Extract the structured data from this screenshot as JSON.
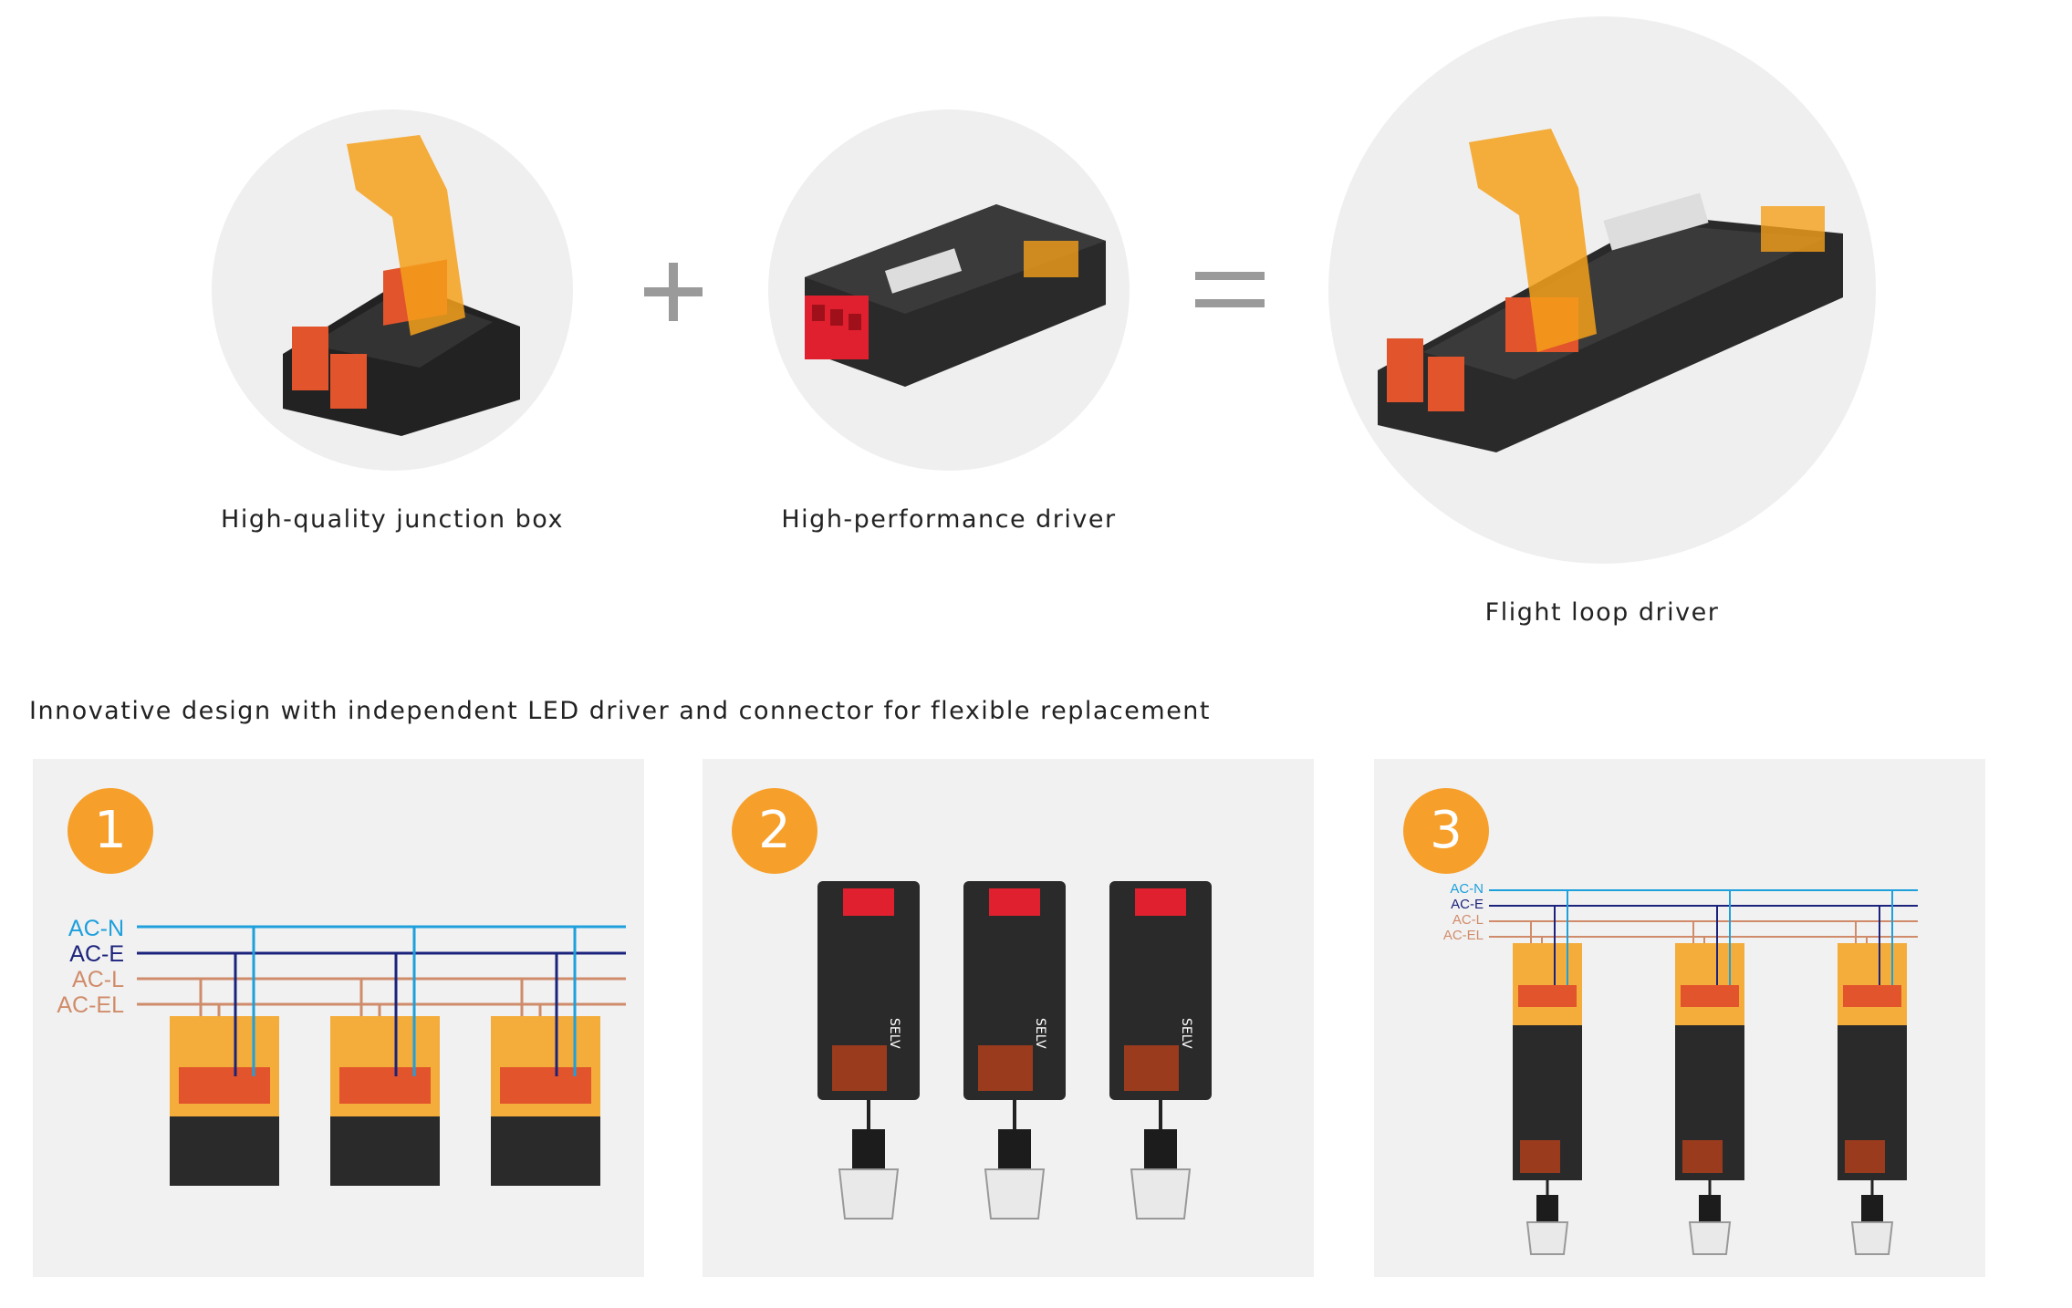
{
  "top": {
    "items": [
      {
        "caption": "High-quality junction box",
        "icon": "junction-box-product-image"
      },
      {
        "caption": "High-performance driver",
        "icon": "led-driver-product-image"
      },
      {
        "caption": "Flight loop driver",
        "icon": "flight-loop-driver-product-image"
      }
    ],
    "plus_symbol": "+",
    "equals_symbol": "="
  },
  "subtitle": "Innovative design with independent LED driver and connector for flexible replacement",
  "steps": [
    {
      "number": "1",
      "wire_labels": [
        "AC-N",
        "AC-E",
        "AC-L",
        "AC-EL"
      ]
    },
    {
      "number": "2"
    },
    {
      "number": "3",
      "wire_labels": [
        "AC-N",
        "AC-E",
        "AC-L",
        "AC-EL"
      ]
    }
  ],
  "device_label": "SELV",
  "colors": {
    "ac_n": "#1ea0dc",
    "ac_e": "#1b237c",
    "ac_l": "#d08c6a",
    "ac_el": "#d08c6a",
    "accent_orange": "#f6a02b",
    "cover_orange": "#f5a01a",
    "body_black": "#2a2a2a"
  }
}
